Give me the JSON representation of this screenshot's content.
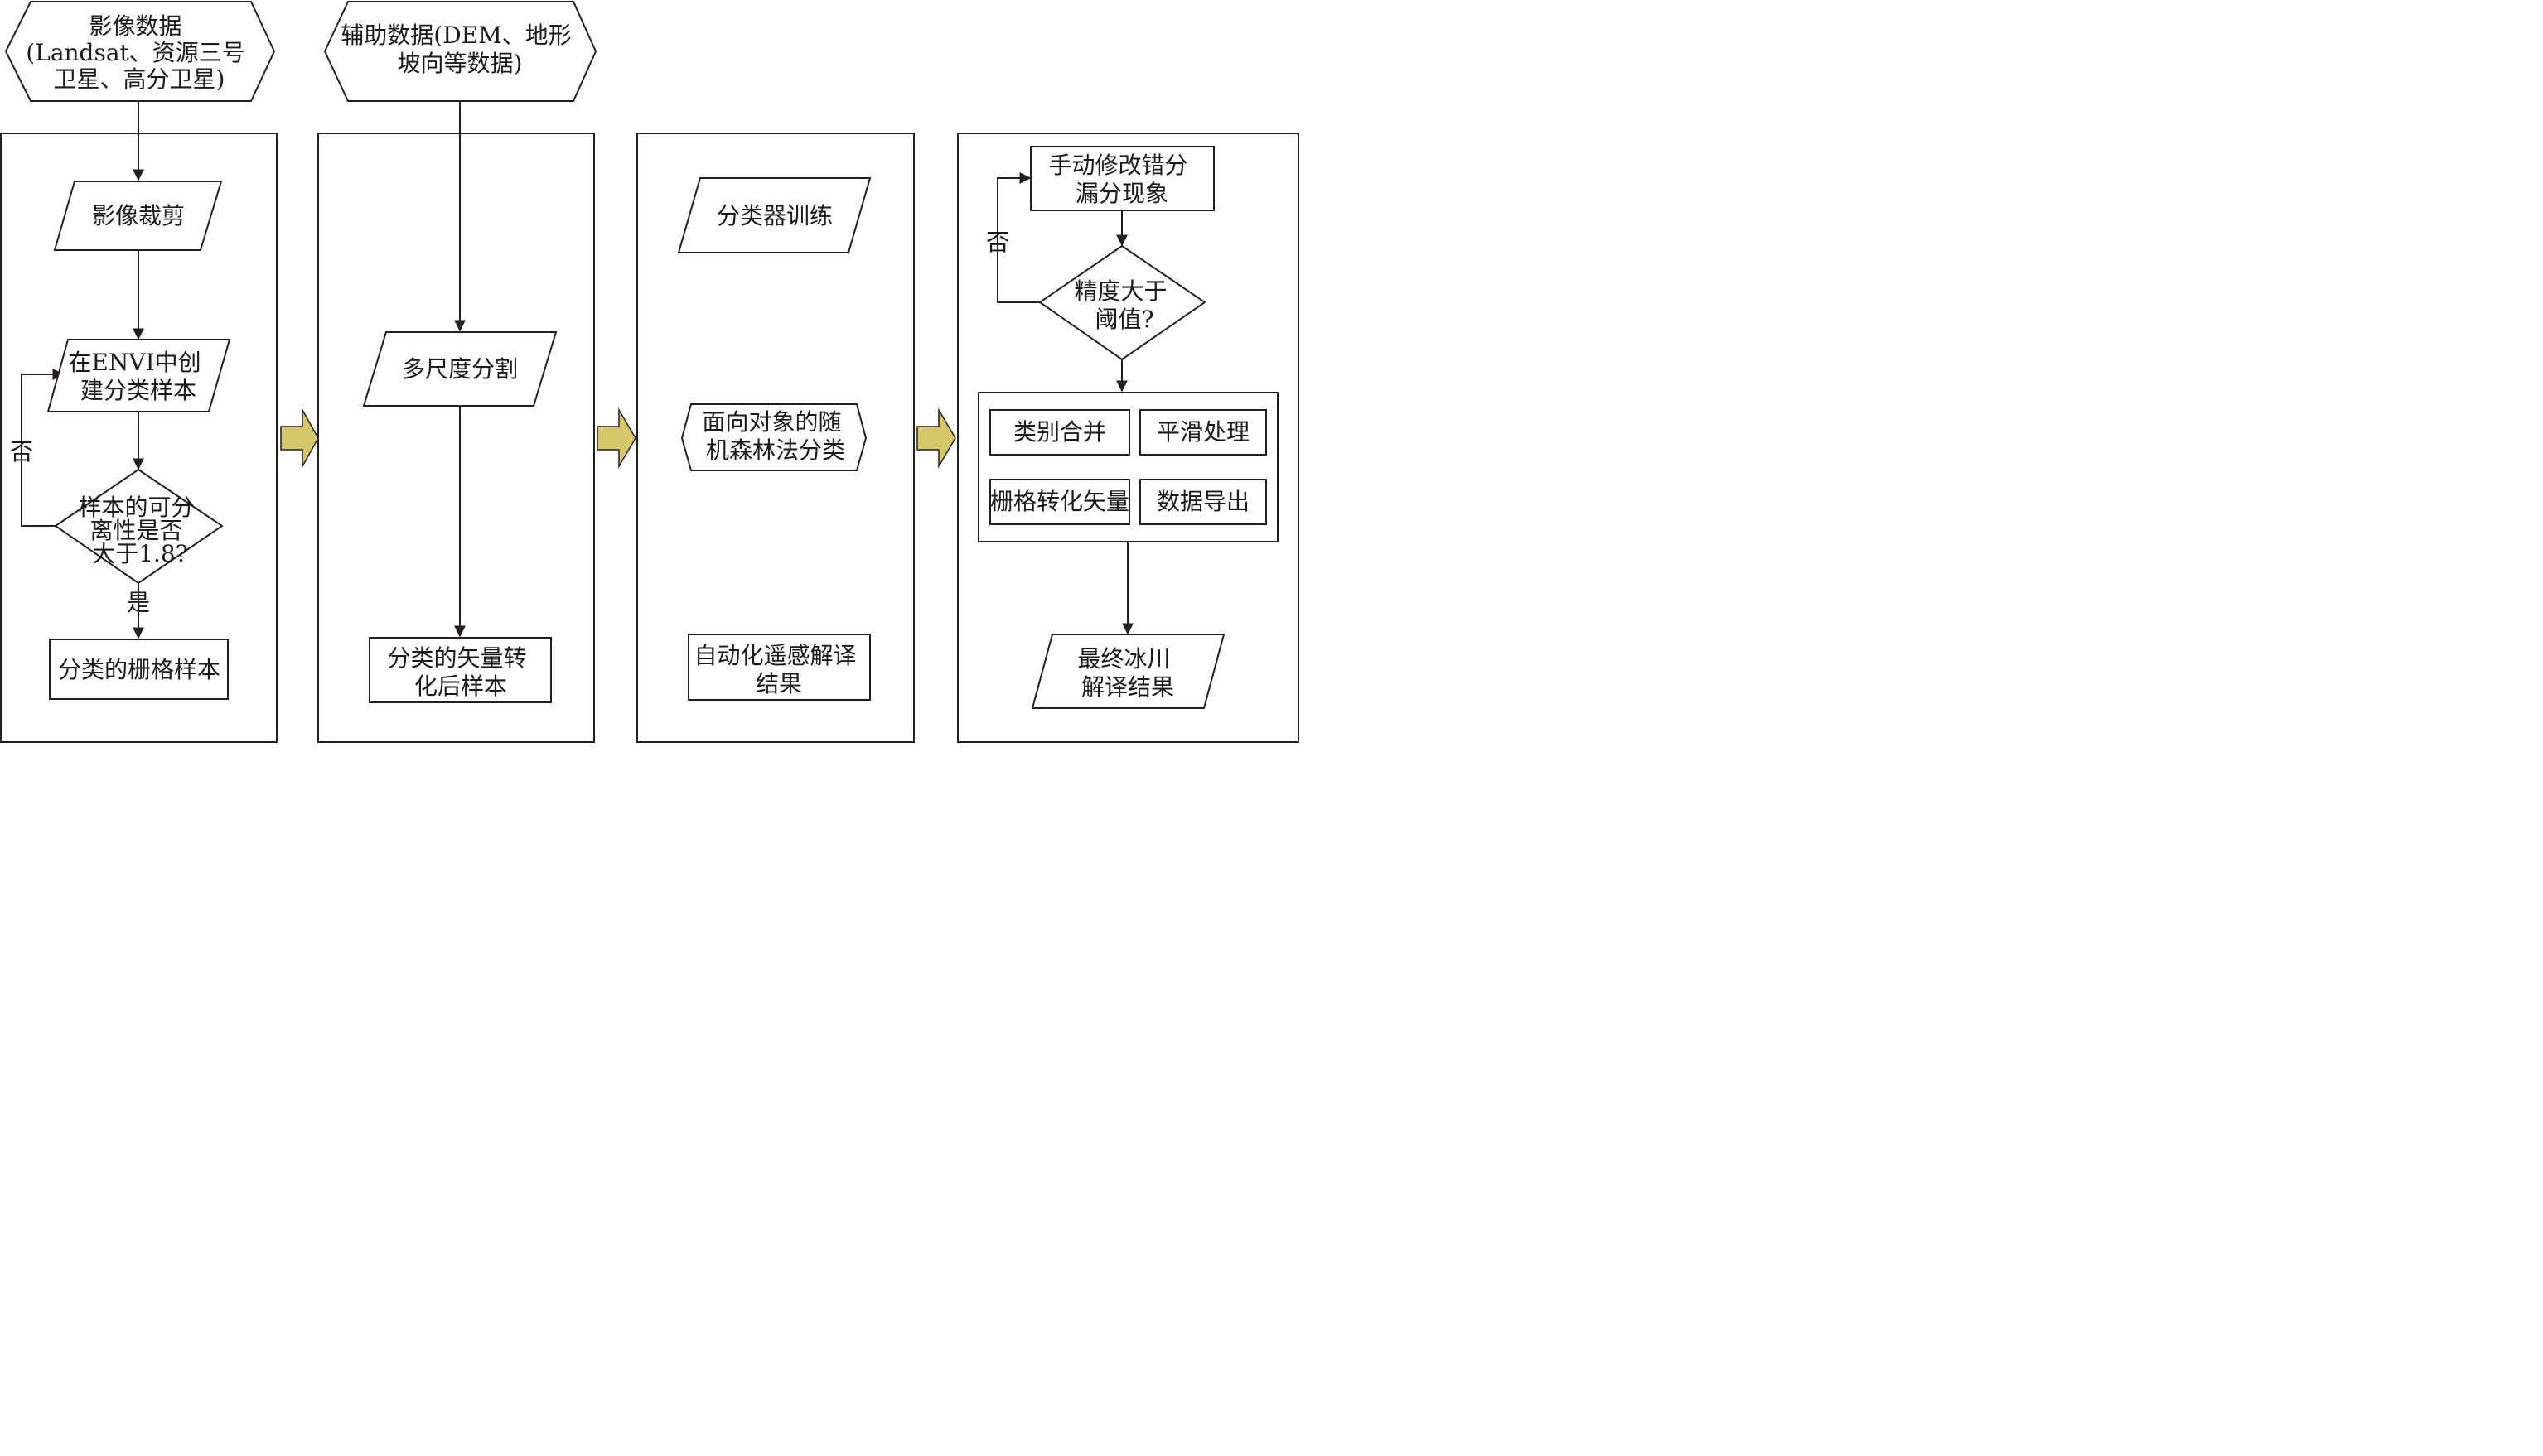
{
  "colors": {
    "stroke": "#231f20",
    "big_arrow_fill": "#d6c76b",
    "text": "#1a1a1a",
    "background": "#ffffff"
  },
  "inputs": {
    "image_data": [
      "影像数据",
      "(Landsat、资源三号",
      "卫星、高分卫星)"
    ],
    "aux_data": [
      "辅助数据(DEM、地形",
      "坡向等数据)"
    ]
  },
  "panel1": {
    "crop": [
      "影像裁剪"
    ],
    "create_samples": [
      "在ENVI中创",
      "建分类样本"
    ],
    "separability": [
      "样本的可分",
      "离性是否",
      "大于1.8?"
    ],
    "no_label": "否",
    "yes_label": "是",
    "raster_samples": [
      "分类的栅格样本"
    ]
  },
  "panel2": {
    "segmentation": [
      "多尺度分割"
    ],
    "vector_samples": [
      "分类的矢量转",
      "化后样本"
    ]
  },
  "panel3": {
    "training": [
      "分类器训练"
    ],
    "random_forest": [
      "面向对象的随",
      "机森林法分类"
    ],
    "auto_result": [
      "自动化遥感解译",
      "结果"
    ]
  },
  "panel4": {
    "manual_fix": [
      "手动修改错分",
      "漏分现象"
    ],
    "accuracy": [
      "精度大于",
      "阈值?"
    ],
    "no_label": "否",
    "merge": [
      "类别合并"
    ],
    "smooth": [
      "平滑处理"
    ],
    "raster_to_vector": [
      "栅格转化矢量"
    ],
    "export": [
      "数据导出"
    ],
    "final_result": [
      "最终冰川",
      "解译结果"
    ]
  }
}
